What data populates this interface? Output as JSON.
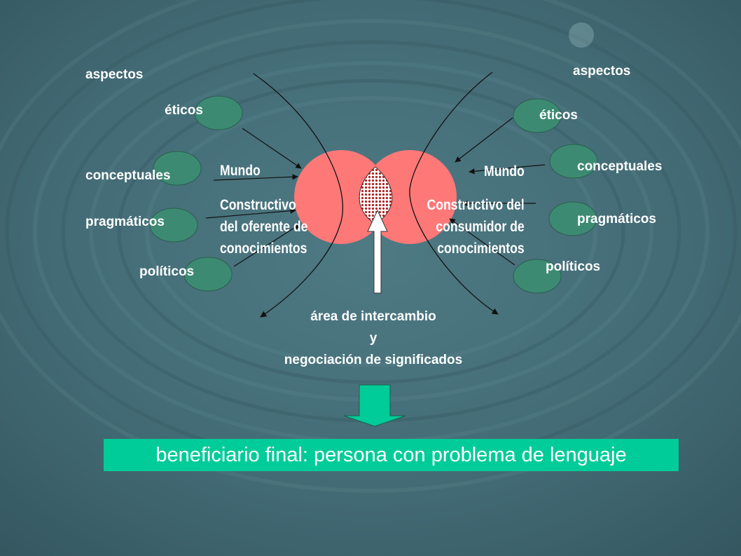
{
  "left": {
    "aspects_title": "aspectos",
    "eticos": "éticos",
    "conceptuales": "conceptuales",
    "pragmaticos": "pragmáticos",
    "politicos": "políticos",
    "mundo": "Mundo",
    "constructivo_line1": "Constructivo",
    "constructivo_line2": "del oferente de",
    "constructivo_line3": "conocimientos"
  },
  "right": {
    "aspects_title": "aspectos",
    "eticos": "éticos",
    "conceptuales": "conceptuales",
    "pragmaticos": "pragmáticos",
    "politicos": "políticos",
    "mundo": "Mundo",
    "constructivo_line1": "Constructivo del",
    "constructivo_line2": "consumidor de",
    "constructivo_line3": "conocimientos"
  },
  "center": {
    "line1": "área de intercambio",
    "line2": "y",
    "line3": "negociación de significados"
  },
  "banner": "beneficiario final: persona con problema de lenguaje",
  "colors": {
    "background": "#3f6670",
    "oval_fill": "#3d8a72",
    "circle_fill": "#ff7878",
    "banner_fill": "#00cc99",
    "arrow_fill": "#00cc99",
    "text": "#ffffff"
  }
}
